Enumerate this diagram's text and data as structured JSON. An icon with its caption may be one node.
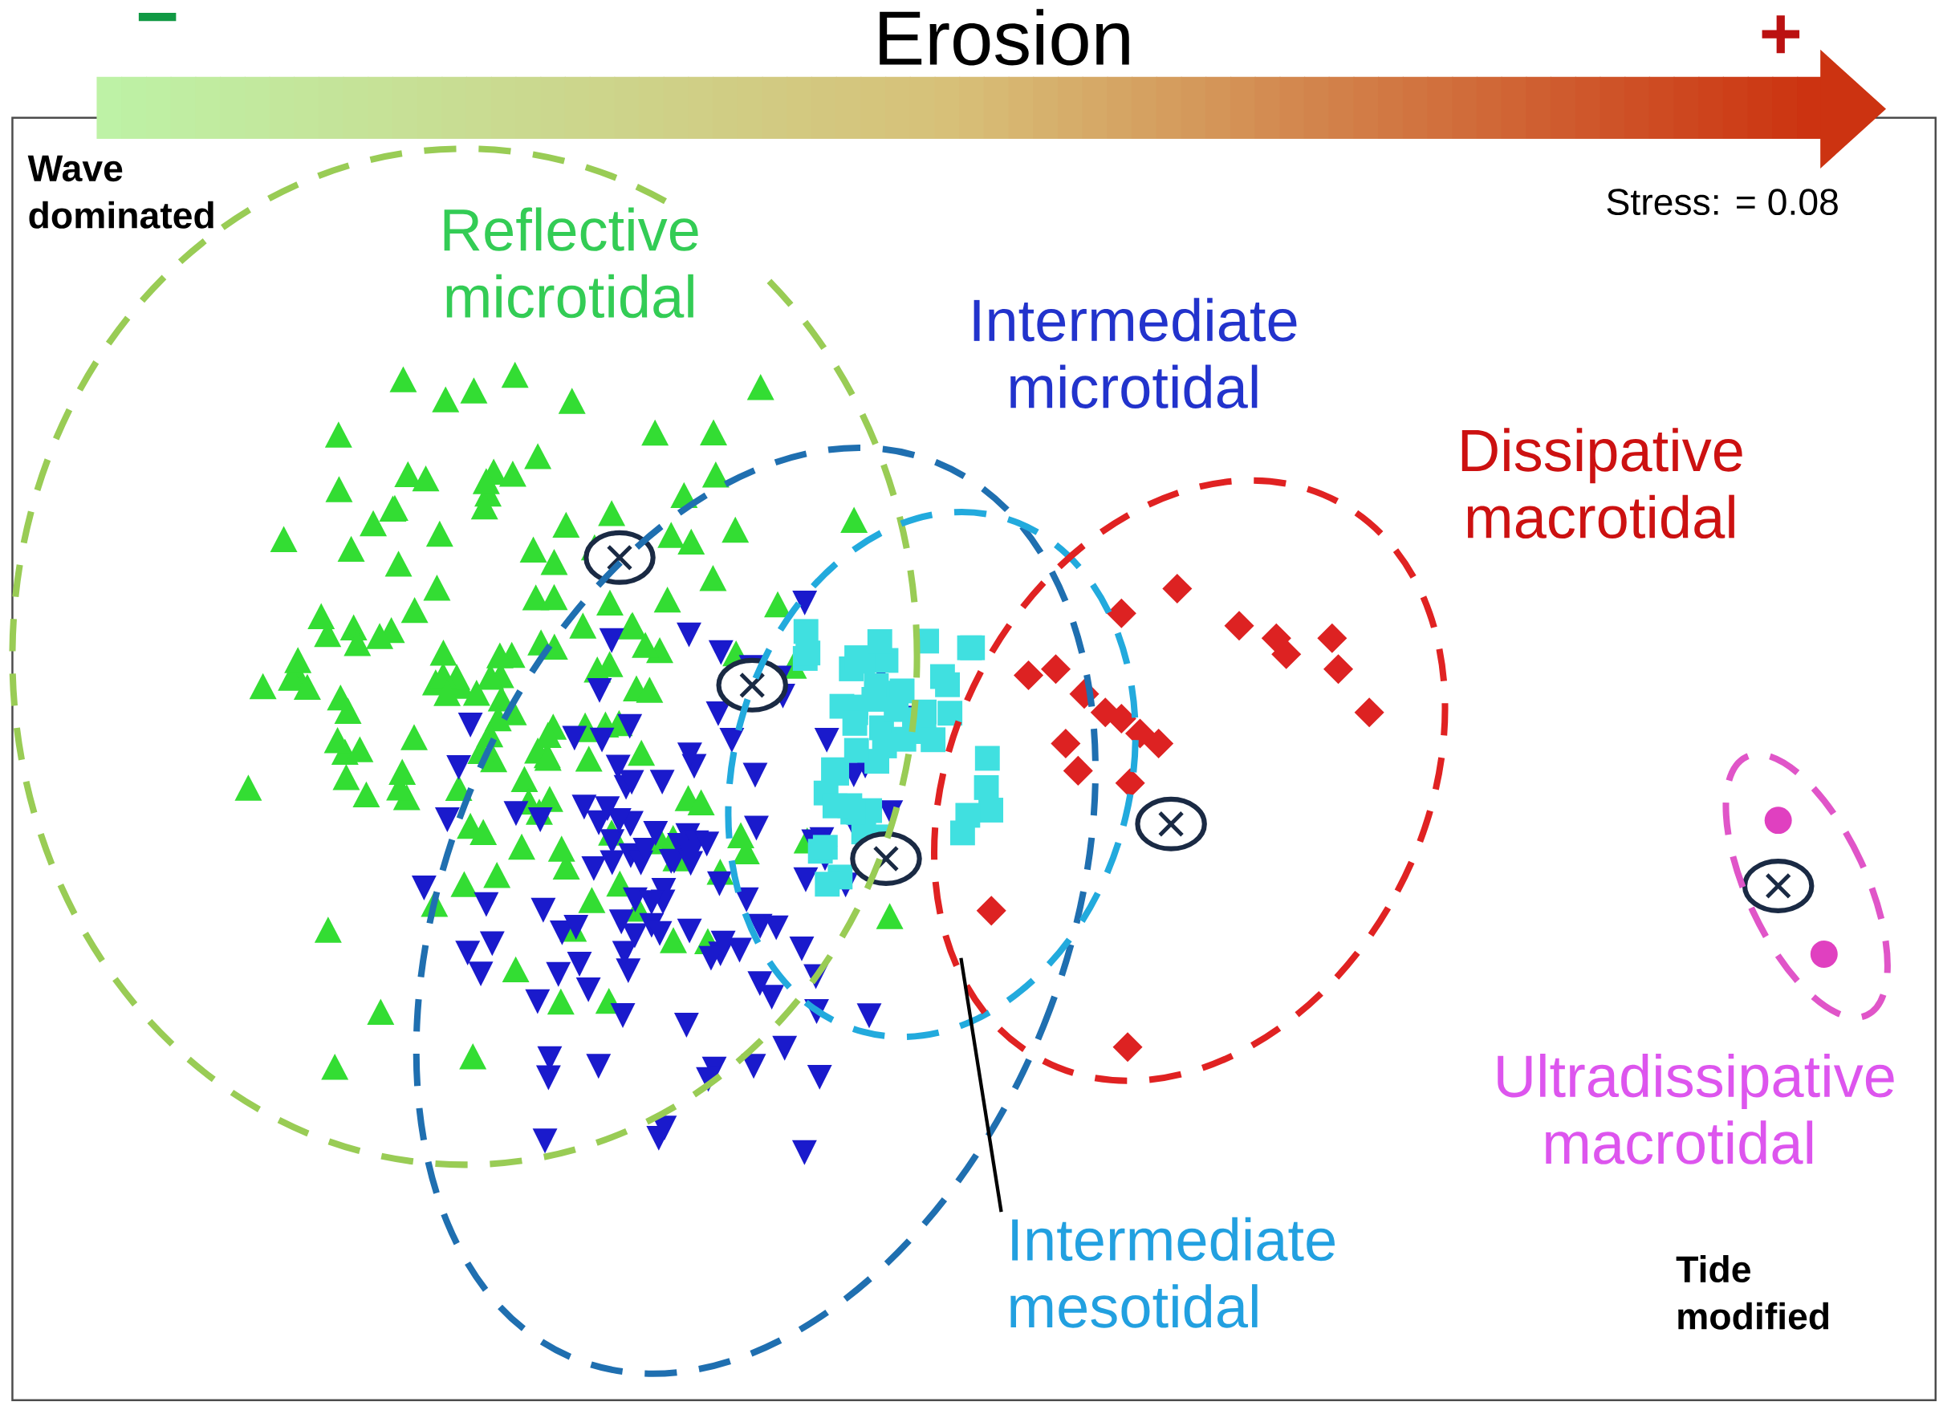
{
  "diagram": {
    "nodes": [
      {
        "text": [
          "Reflective microtidal"
        ]
      },
      {
        "text": [
          "Intermediate microtidal"
        ]
      },
      {
        "text": [],
        "shape": "ellipse"
      },
      {
        "text": [
          "Dissipative macrotidal"
        ]
      },
      {
        "text": [
          "Ultradissipative macrotidal"
        ]
      },
      {
        "text": [
          "Intermediate mesotidal"
        ]
      }
    ],
    "edges": [
      {
        "from": 5,
        "to": 2,
        "arrow": "none"
      }
    ],
    "labels": [
      "−",
      "Erosion",
      "+",
      "Wave dominated",
      "Stress: = 0.08",
      "Tide modified"
    ]
  }
}
